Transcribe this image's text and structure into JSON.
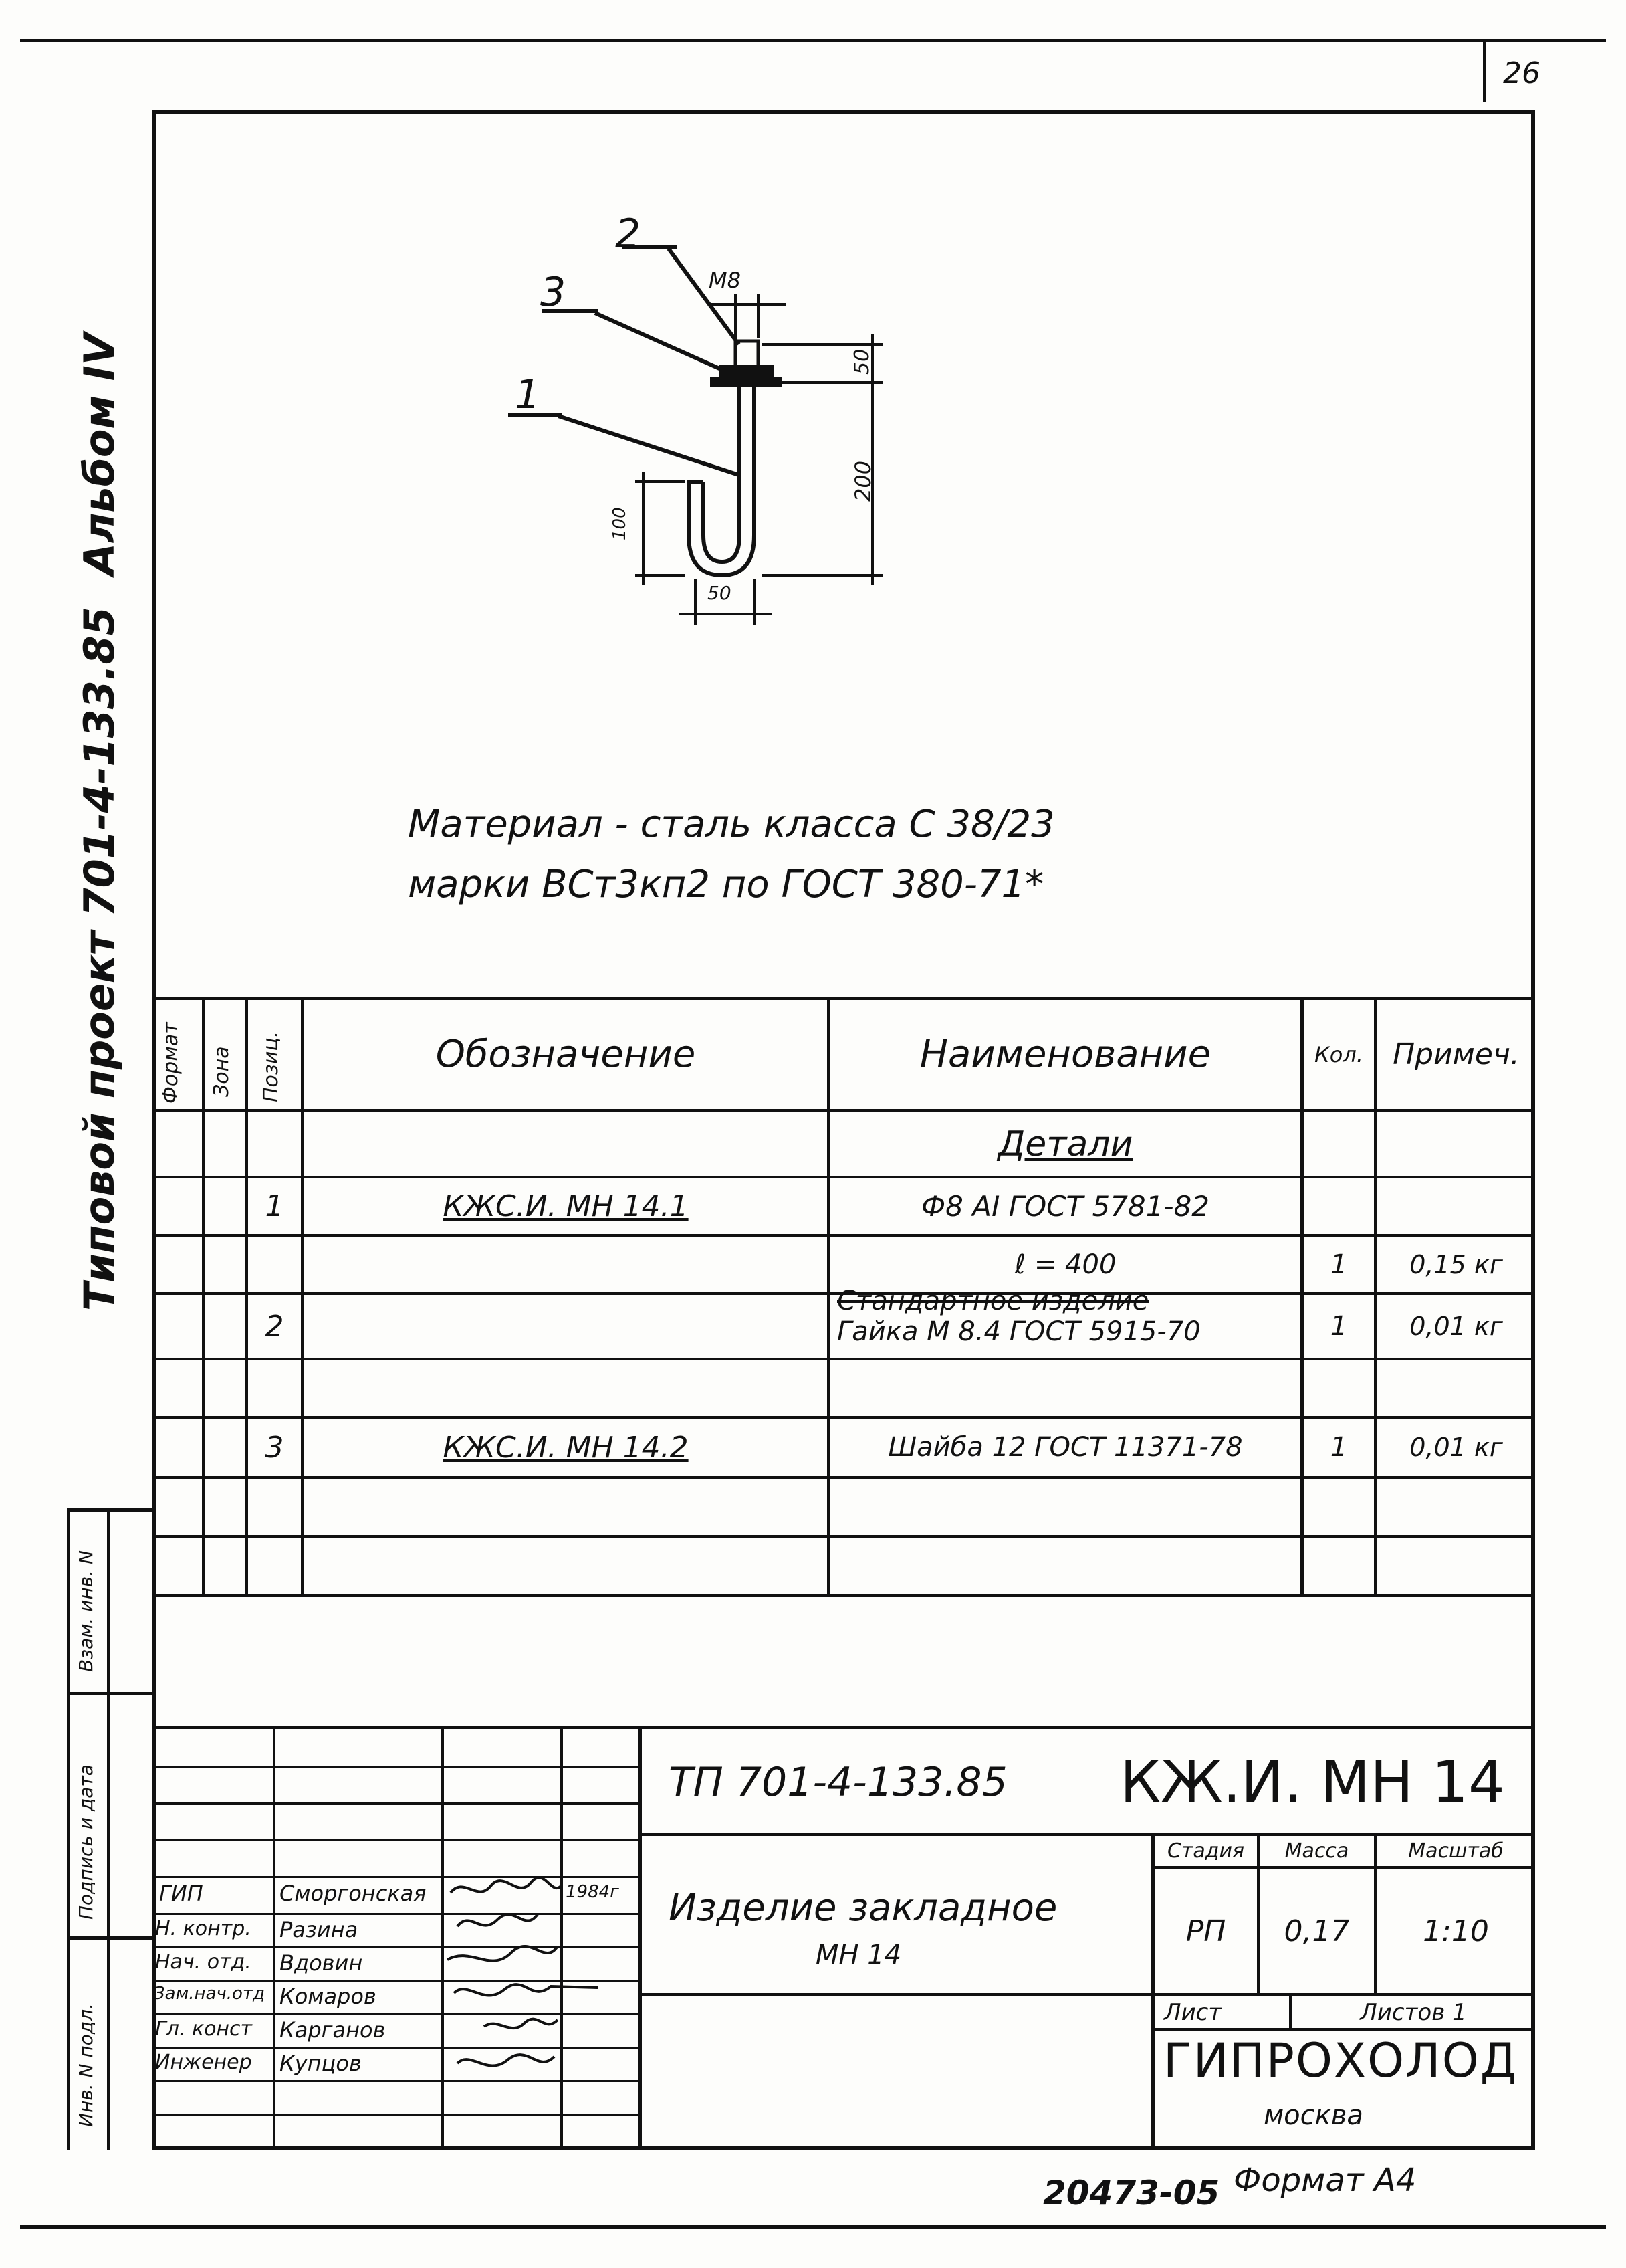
{
  "sheet": {
    "page_number": "26",
    "side": {
      "project": "Типовой проект 701-4-133.85",
      "album": "Альбом IV"
    }
  },
  "drawing": {
    "callouts": [
      "1",
      "2",
      "3"
    ],
    "dims": {
      "thread": "M8",
      "top": "50",
      "length": "200",
      "hook_depth": "100",
      "hook_width": "50"
    },
    "material_line1": "Материал - сталь класса С 38/23",
    "material_line2": "марки ВСт3кп2 по ГОСТ 380-71*"
  },
  "spec": {
    "headers": {
      "format": "Формат",
      "zone": "Зона",
      "pos": "Позиц.",
      "designation": "Обозначение",
      "name": "Наименование",
      "qty": "Кол.",
      "note": "Примеч."
    },
    "section": "Детали",
    "rows": [
      {
        "pos": "1",
        "designation": "КЖС.И. МН 14.1",
        "name": "Ф8 AI ГОСТ 5781-82",
        "qty": "",
        "note": ""
      },
      {
        "pos": "",
        "designation": "",
        "name": "ℓ = 400",
        "qty": "1",
        "note": "0,15 кг"
      },
      {
        "pos": "2",
        "designation": "",
        "name_line1": "Стандартное изделие",
        "name_line2": "Гайка М 8.4 ГОСТ 5915-70",
        "qty": "1",
        "note": "0,01 кг"
      },
      {
        "pos": "3",
        "designation": "КЖС.И. МН 14.2",
        "name": "Шайба 12 ГОСТ 11371-78",
        "qty": "1",
        "note": "0,01 кг"
      }
    ]
  },
  "left_margin": {
    "vzam": "Взам. инв. N",
    "podpis": "Подпись и дата",
    "inv": "Инв. N подл."
  },
  "title_block": {
    "code": "ТП 701-4-133.85",
    "doc": "КЖ.И. МН 14",
    "title_line1": "Изделие закладное",
    "title_line2": "МН 14",
    "stage_label": "Стадия",
    "mass_label": "Масса",
    "scale_label": "Масштаб",
    "stage": "РП",
    "mass": "0,17",
    "scale": "1:10",
    "sheet_label": "Лист",
    "sheets_label": "Листов 1",
    "org": "ГИПРОХОЛОД",
    "city": "москва",
    "date": "1984г",
    "staff": [
      {
        "role": "ГИП",
        "name": "Сморгонская"
      },
      {
        "role": "Н. контр.",
        "name": "Разина"
      },
      {
        "role": "Нач. отд.",
        "name": "Вдовин"
      },
      {
        "role": "Зам.нач.отд",
        "name": "Комаров"
      },
      {
        "role": "Гл. конст",
        "name": "Карганов"
      },
      {
        "role": "Инженер",
        "name": "Купцов"
      }
    ]
  },
  "footer": {
    "archive": "20473-05",
    "format": "Формат А4"
  }
}
